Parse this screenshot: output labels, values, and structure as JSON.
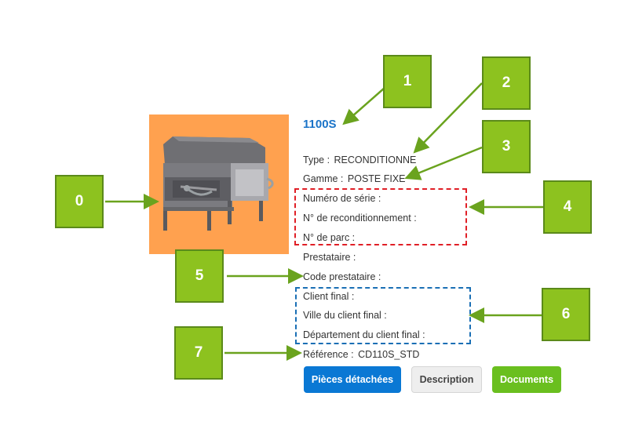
{
  "product": {
    "title": "1100S",
    "fields": [
      {
        "label": "Type :",
        "value": "RECONDITIONNE"
      },
      {
        "label": "Gamme :",
        "value": "POSTE FIXE"
      },
      {
        "label": "Numéro de série :",
        "value": ""
      },
      {
        "label": "N° de reconditionnement :",
        "value": ""
      },
      {
        "label": "N° de parc :",
        "value": ""
      },
      {
        "label": "Prestataire :",
        "value": ""
      },
      {
        "label": "Code prestataire :",
        "value": ""
      },
      {
        "label": "Client final :",
        "value": ""
      },
      {
        "label": "Ville du client final :",
        "value": ""
      },
      {
        "label": "Département du client final :",
        "value": ""
      },
      {
        "label": "Référence :",
        "value": "CD110S_STD"
      }
    ]
  },
  "buttons": {
    "parts": "Pièces détachées",
    "description": "Description",
    "documents": "Documents"
  },
  "badges": [
    "0",
    "1",
    "2",
    "3",
    "4",
    "5",
    "6",
    "7"
  ],
  "colors": {
    "badge_green": "#8dc21f",
    "title_blue": "#1a73c8",
    "btn_blue": "#0a78d4",
    "btn_green": "#6abf1f",
    "dash_red": "#e01f26",
    "dash_blue": "#1a6fb5",
    "photo_bg": "#ffa14f"
  }
}
